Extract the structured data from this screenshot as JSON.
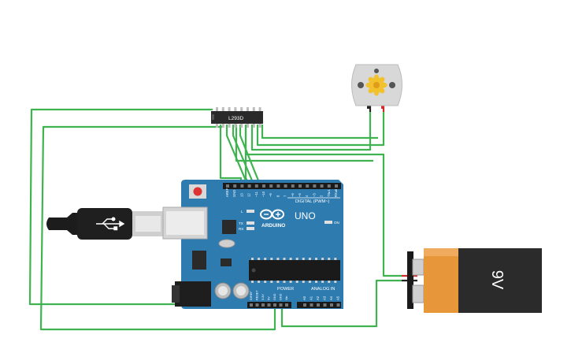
{
  "canvas": {
    "background": "#ffffff"
  },
  "colors": {
    "wire_green": "#3fb34f",
    "wire_red": "#d02b2b",
    "wire_black": "#222222",
    "board_blue": "#2e7bb0",
    "board_dark": "#1f5f8c",
    "ic_black": "#2a2a2a",
    "battery_orange": "#e8963a",
    "battery_black": "#2b2b2b",
    "motor_gray": "#d8d8d8",
    "motor_gear": "#f2c12e"
  },
  "motor_driver": {
    "label": "L293D",
    "icon": "ic-chip-icon"
  },
  "arduino": {
    "logo_text": "ARDUINO",
    "model_text": "UNO",
    "digital_header": "DIGITAL (PWM~)",
    "power_header": "POWER",
    "analog_header": "ANALOG IN",
    "on_label": "ON",
    "tx_label": "TX",
    "rx_label": "RX",
    "l_label": "L",
    "top_pins": [
      "AREF",
      "GND",
      "13",
      "12",
      "~11",
      "~10",
      "~9",
      "8",
      "7",
      "~6",
      "~5",
      "4",
      "~3",
      "2",
      "TX▸1",
      "RX◂0"
    ],
    "power_pins": [
      "IOREF",
      "RESET",
      "3.3V",
      "5V",
      "GND",
      "GND",
      "Vin"
    ],
    "analog_pins": [
      "A0",
      "A1",
      "A2",
      "A3",
      "A4",
      "A5"
    ],
    "icons": [
      "usb-b-port-icon",
      "dc-barrel-jack-icon",
      "reset-button-icon",
      "infinity-logo-icon"
    ]
  },
  "usb_cable": {
    "icon": "usb-plug-icon"
  },
  "battery": {
    "label": "9V",
    "icon": "battery-9v-icon"
  },
  "dc_motor": {
    "icon": "dc-motor-icon"
  }
}
